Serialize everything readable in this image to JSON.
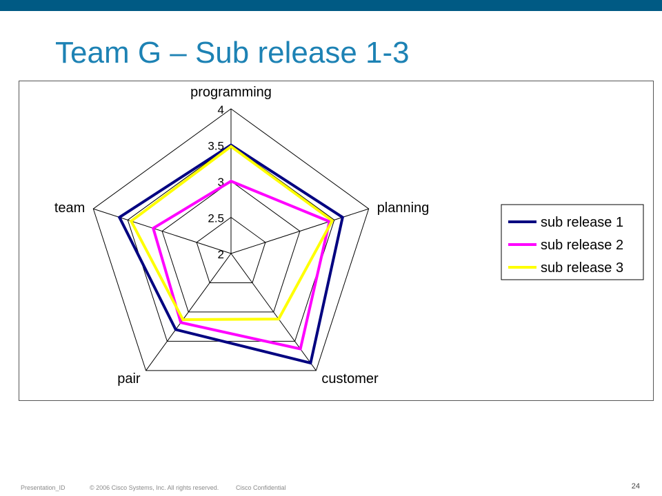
{
  "slide": {
    "title": "Team G – Sub release 1-3",
    "footer": {
      "presentation_id": "Presentation_ID",
      "copyright": "© 2006 Cisco Systems, Inc. All rights reserved.",
      "confidential": "Cisco Confidential",
      "page_number": "24"
    },
    "colors": {
      "top_bar": "#005a84",
      "title": "#1d82b4"
    }
  },
  "chart_data": {
    "type": "radar",
    "title": "",
    "axes": [
      "programming",
      "planning",
      "customer",
      "pair",
      "team"
    ],
    "scale": {
      "min": 2,
      "max": 4,
      "step": 0.5,
      "ticks": [
        "2",
        "2.5",
        "3",
        "3.5",
        "4"
      ]
    },
    "series": [
      {
        "name": "sub release 1",
        "color": "#000080",
        "values": [
          3.5,
          3.62,
          3.87,
          3.3,
          3.62
        ]
      },
      {
        "name": "sub release 2",
        "color": "#ff00ff",
        "values": [
          3.0,
          3.43,
          3.63,
          3.18,
          3.13
        ]
      },
      {
        "name": "sub release 3",
        "color": "#ffff00",
        "values": [
          3.48,
          3.47,
          3.12,
          3.13,
          3.45
        ]
      }
    ],
    "legend_position": "right",
    "grid": true
  }
}
